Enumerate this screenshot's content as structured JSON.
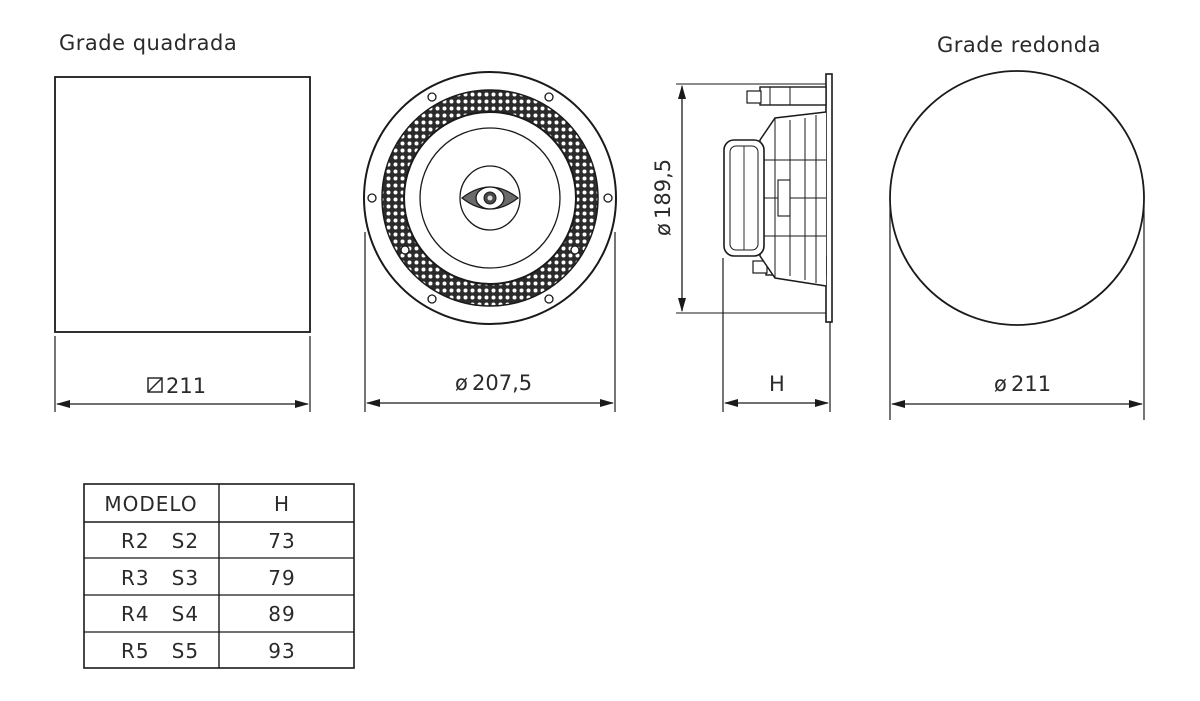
{
  "labels": {
    "square_grille": "Grade quadrada",
    "round_grille": "Grade redonda"
  },
  "dimensions": {
    "square_width": "211",
    "speaker_diameter": "207,5",
    "cutout_diameter": "189,5",
    "height": "H",
    "round_diameter": "211"
  },
  "symbols": {
    "diameter": "ø"
  },
  "table": {
    "headers": [
      "MODELO",
      "H"
    ],
    "rows": [
      {
        "model": "R2   S2",
        "h": "73"
      },
      {
        "model": "R3   S3",
        "h": "79"
      },
      {
        "model": "R4   S4",
        "h": "89"
      },
      {
        "model": "R5   S5",
        "h": "93"
      }
    ]
  },
  "colors": {
    "line": "#1a1a1a",
    "text": "#2a2a2a",
    "background": "#ffffff"
  }
}
